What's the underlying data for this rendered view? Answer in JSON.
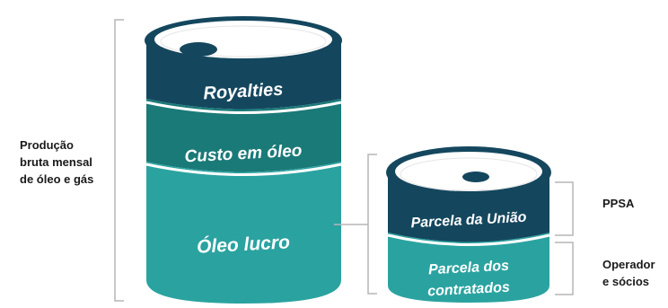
{
  "left_label": [
    "Produção",
    "bruta mensal",
    "de óleo e gás"
  ],
  "big_barrel": {
    "segments": [
      {
        "label": "Royalties",
        "color": "#14475e"
      },
      {
        "label": "Custo em óleo",
        "color": "#1a7a78"
      },
      {
        "label": "Óleo lucro",
        "color": "#2aa3a0"
      }
    ]
  },
  "small_barrel": {
    "segments": [
      {
        "label": "Parcela da União",
        "color": "#14475e"
      },
      {
        "label_lines": [
          "Parcela dos",
          "contratados"
        ],
        "color": "#2aa3a0"
      }
    ]
  },
  "right_labels": {
    "ppsa": "PPSA",
    "operator": [
      "Operador",
      "e sócios"
    ]
  },
  "colors": {
    "dark": "#14475e",
    "mid": "#1a7a78",
    "light": "#2aa3a0",
    "bracket": "#b5b5b5"
  }
}
